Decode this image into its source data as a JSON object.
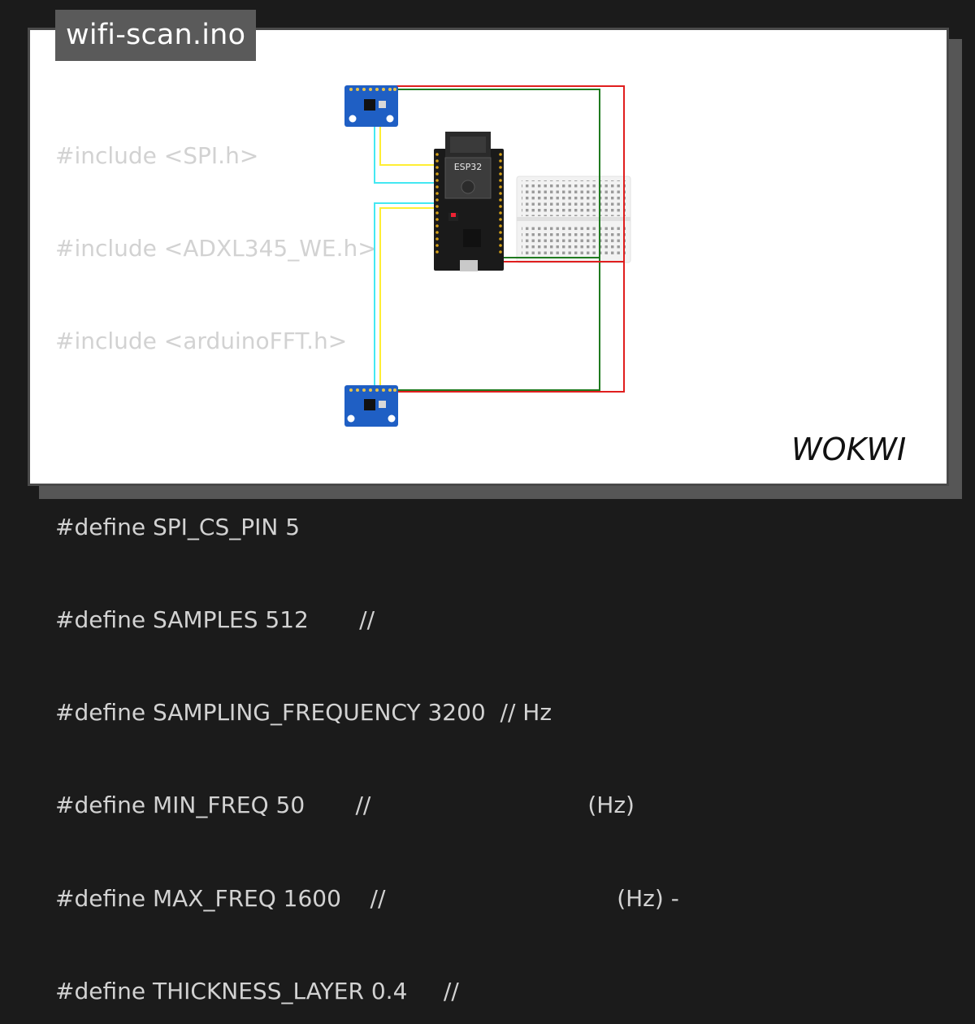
{
  "title": "wifi-scan.ino",
  "code_lines": [
    "#include <SPI.h>",
    "#include <ADXL345_WE.h>",
    "#include <arduinoFFT.h>",
    "",
    "#define SPI_CS_PIN 5",
    "#define SAMPLES 512       //",
    "#define SAMPLING_FREQUENCY 3200  // Hz",
    "#define MIN_FREQ 50       //                              (Hz)",
    "#define MAX_FREQ 1600    //                                (Hz) -",
    "#define THICKNESS_LAYER 0.4     //"
  ],
  "diagram": {
    "mcu_label": "ESP32",
    "components": [
      "accelerometer-top",
      "esp32-devkit",
      "breadboard",
      "accelerometer-bottom"
    ]
  },
  "brand": "WOKWI",
  "colors": {
    "wire_yellow": "#ffee33",
    "wire_cyan": "#44e8f2",
    "wire_green": "#1f7a1f",
    "wire_red": "#e01e1e",
    "module_blue": "#1f5fc4",
    "board_black": "#1a1a1a"
  }
}
